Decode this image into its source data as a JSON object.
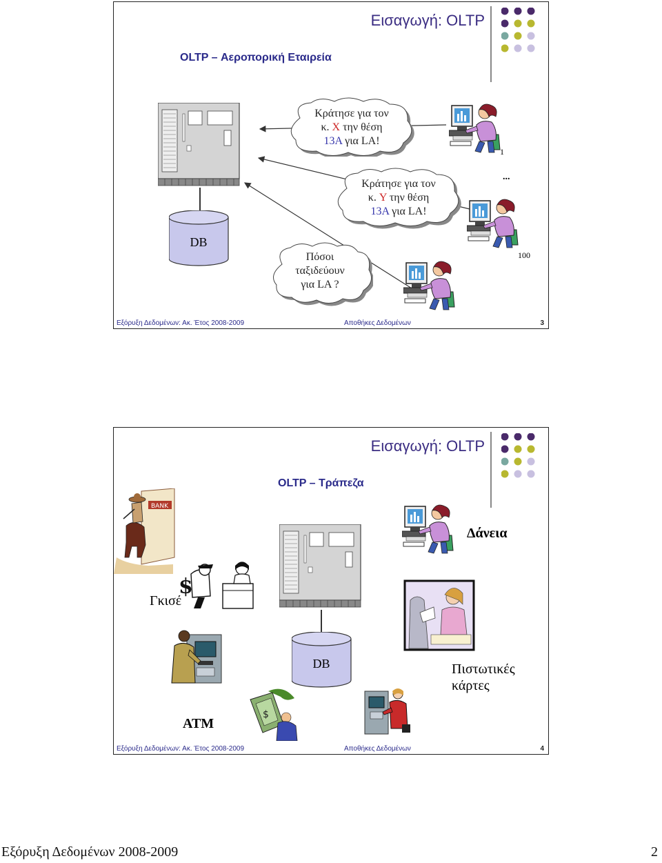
{
  "slide1": {
    "title": "Εισαγωγή: OLTP",
    "subtitle": "OLTP – Αεροπορική Εταιρεία",
    "db_label": "DB",
    "cloud1": {
      "l1": "Κράτησε για τον",
      "l2a": "κ. ",
      "l2b": "X",
      "l2c": " την θέση",
      "l3a": "13A",
      "l3b": " για LA!"
    },
    "cloud2": {
      "l1": "Κράτησε για τον",
      "l2a": "κ. ",
      "l2b": "Y",
      "l2c": " την θέση",
      "l3a": "13A",
      "l3b": " για LA!"
    },
    "cloud3": {
      "l1": "Πόσοι",
      "l2": "ταξιδεύουν",
      "l3": "για LA ?"
    },
    "label_1": "1",
    "label_dots": "...",
    "label_100": "100",
    "footer_left": "Εξόρυξη Δεδομένων: Ακ. Έτος 2008-2009",
    "footer_center": "Αποθήκες Δεδομένων",
    "footer_page": "3"
  },
  "slide2": {
    "title": "Εισαγωγή: OLTP",
    "subtitle": "OLTP – Τράπεζα",
    "db_label": "DB",
    "loans": "Δάνεια",
    "checkout": "Γκισέ",
    "credit_l1": "Πιστωτικές",
    "credit_l2": "κάρτες",
    "atm": "ATM",
    "bank_sign": "BANK",
    "footer_left": "Εξόρυξη Δεδομένων: Ακ. Έτος 2008-2009",
    "footer_center": "Αποθήκες Δεδομένων",
    "footer_page": "4"
  },
  "page": {
    "footer_left": "Εξόρυξη Δεδομένων 2008-2009",
    "footer_right": "2"
  },
  "colors": {
    "purple": "#4a2a6a",
    "olive": "#b8b830",
    "teal": "#7aa8a0",
    "lavender": "#c8c0e0",
    "accent": "#3a2c82"
  }
}
